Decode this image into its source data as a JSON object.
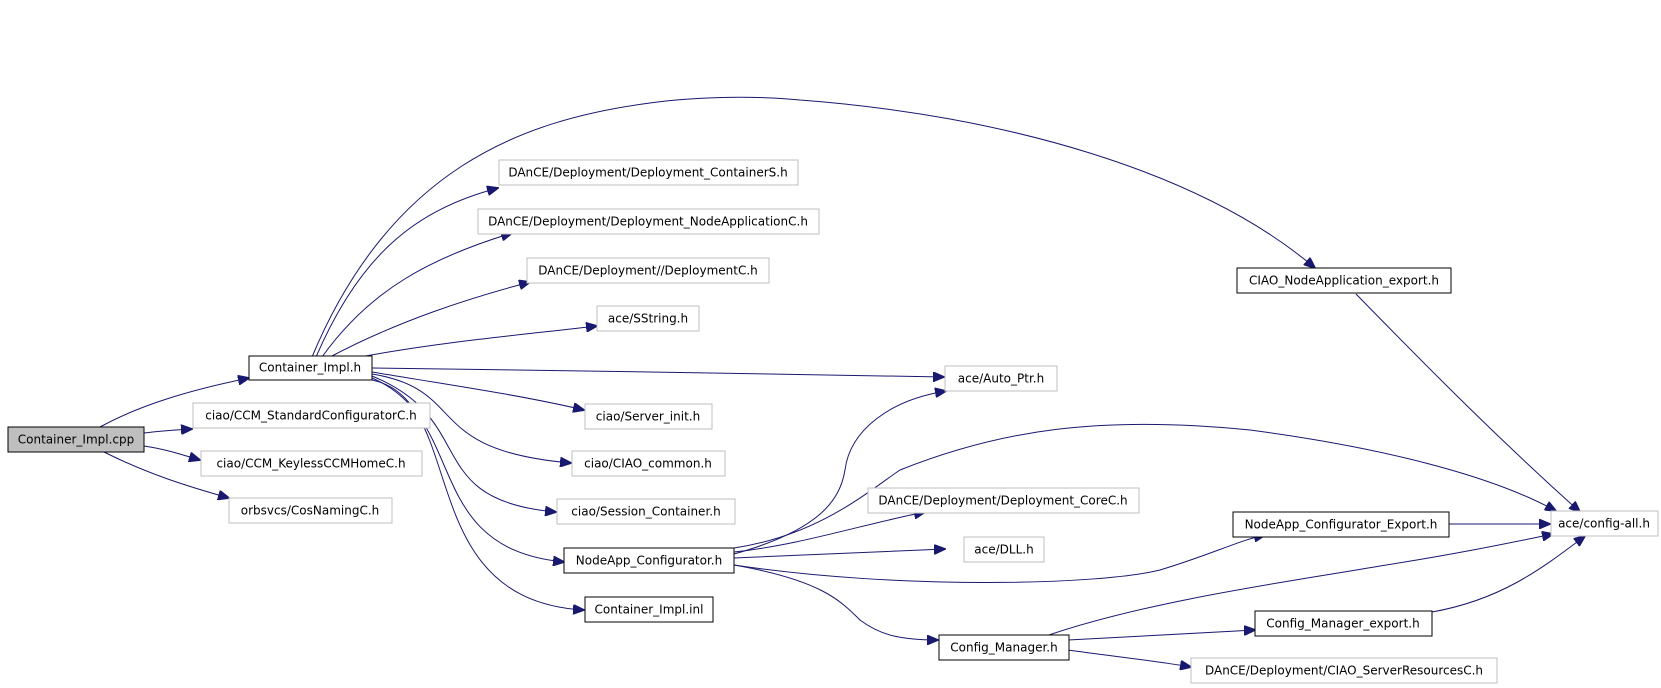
{
  "colors": {
    "edge": "#191970",
    "root_fill": "#bfbfbf",
    "node_border": "#000000",
    "external_border": "#bfbfbf",
    "background": "#ffffff"
  },
  "nodes": {
    "container_impl_cpp": "Container_Impl.cpp",
    "container_impl_h": "Container_Impl.h",
    "ccm_standard_configurator": "ciao/CCM_StandardConfiguratorC.h",
    "ccm_keyless_ccmhome": "ciao/CCM_KeylessCCMHomeC.h",
    "cosnaming": "orbsvcs/CosNamingC.h",
    "deployment_containers": "DAnCE/Deployment/Deployment_ContainerS.h",
    "deployment_nodeapplication": "DAnCE/Deployment/Deployment_NodeApplicationC.h",
    "deploymentc": "DAnCE/Deployment//DeploymentC.h",
    "sstring": "ace/SString.h",
    "auto_ptr": "ace/Auto_Ptr.h",
    "server_init": "ciao/Server_init.h",
    "ciao_common": "ciao/CIAO_common.h",
    "session_container": "ciao/Session_Container.h",
    "nodeapp_configurator": "NodeApp_Configurator.h",
    "container_impl_inl": "Container_Impl.inl",
    "ciao_nodeapplication_export": "CIAO_NodeApplication_export.h",
    "config_all": "ace/config-all.h",
    "deployment_corec": "DAnCE/Deployment/Deployment_CoreC.h",
    "dll": "ace/DLL.h",
    "nodeapp_configurator_export": "NodeApp_Configurator_Export.h",
    "config_manager": "Config_Manager.h",
    "config_manager_export": "Config_Manager_export.h",
    "ciao_serverresources": "DAnCE/Deployment/CIAO_ServerResourcesC.h"
  },
  "edges": [
    [
      "container_impl_cpp",
      "container_impl_h"
    ],
    [
      "container_impl_cpp",
      "ccm_standard_configurator"
    ],
    [
      "container_impl_cpp",
      "ccm_keyless_ccmhome"
    ],
    [
      "container_impl_cpp",
      "cosnaming"
    ],
    [
      "container_impl_h",
      "deployment_containers"
    ],
    [
      "container_impl_h",
      "deployment_nodeapplication"
    ],
    [
      "container_impl_h",
      "deploymentc"
    ],
    [
      "container_impl_h",
      "sstring"
    ],
    [
      "container_impl_h",
      "ciao_nodeapplication_export"
    ],
    [
      "container_impl_h",
      "auto_ptr"
    ],
    [
      "container_impl_h",
      "server_init"
    ],
    [
      "container_impl_h",
      "ciao_common"
    ],
    [
      "container_impl_h",
      "session_container"
    ],
    [
      "container_impl_h",
      "nodeapp_configurator"
    ],
    [
      "container_impl_h",
      "container_impl_inl"
    ],
    [
      "ciao_nodeapplication_export",
      "config_all"
    ],
    [
      "nodeapp_configurator",
      "auto_ptr"
    ],
    [
      "nodeapp_configurator",
      "config_all"
    ],
    [
      "nodeapp_configurator",
      "deployment_corec"
    ],
    [
      "nodeapp_configurator",
      "dll"
    ],
    [
      "nodeapp_configurator",
      "nodeapp_configurator_export"
    ],
    [
      "nodeapp_configurator",
      "config_manager"
    ],
    [
      "nodeapp_configurator_export",
      "config_all"
    ],
    [
      "config_manager",
      "config_all"
    ],
    [
      "config_manager",
      "config_manager_export"
    ],
    [
      "config_manager",
      "ciao_serverresources"
    ],
    [
      "config_manager_export",
      "config_all"
    ]
  ]
}
